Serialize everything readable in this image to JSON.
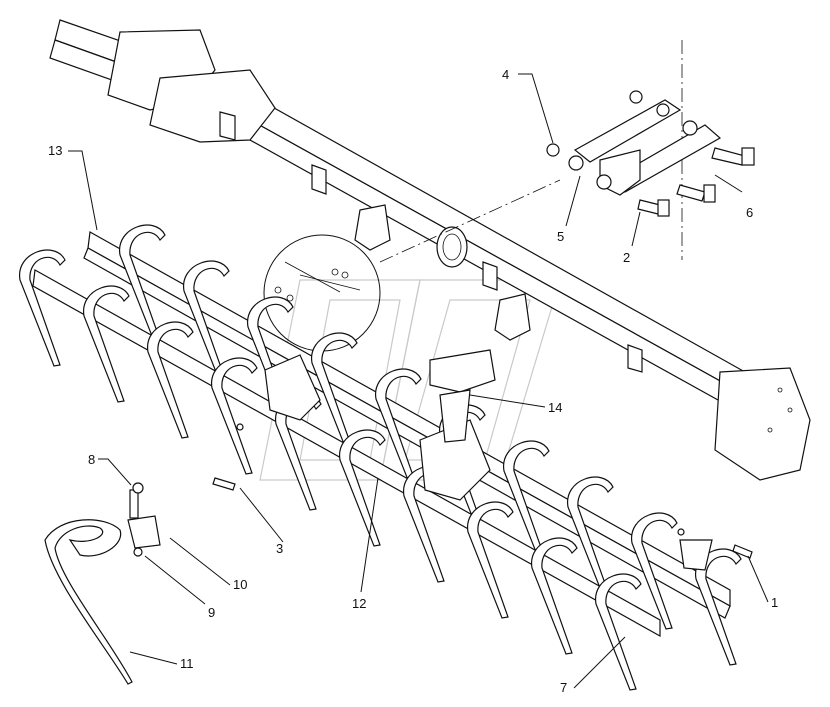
{
  "callouts": [
    {
      "key": "c4",
      "text": "4"
    },
    {
      "key": "c5",
      "text": "5"
    },
    {
      "key": "c2",
      "text": "2"
    },
    {
      "key": "c6",
      "text": "6"
    },
    {
      "key": "c13",
      "text": "13"
    },
    {
      "key": "c14",
      "text": "14"
    },
    {
      "key": "c8",
      "text": "8"
    },
    {
      "key": "c3",
      "text": "3"
    },
    {
      "key": "c10",
      "text": "10"
    },
    {
      "key": "c9",
      "text": "9"
    },
    {
      "key": "c12",
      "text": "12"
    },
    {
      "key": "c11",
      "text": "11"
    },
    {
      "key": "c1",
      "text": "1"
    },
    {
      "key": "c7",
      "text": "7"
    }
  ]
}
